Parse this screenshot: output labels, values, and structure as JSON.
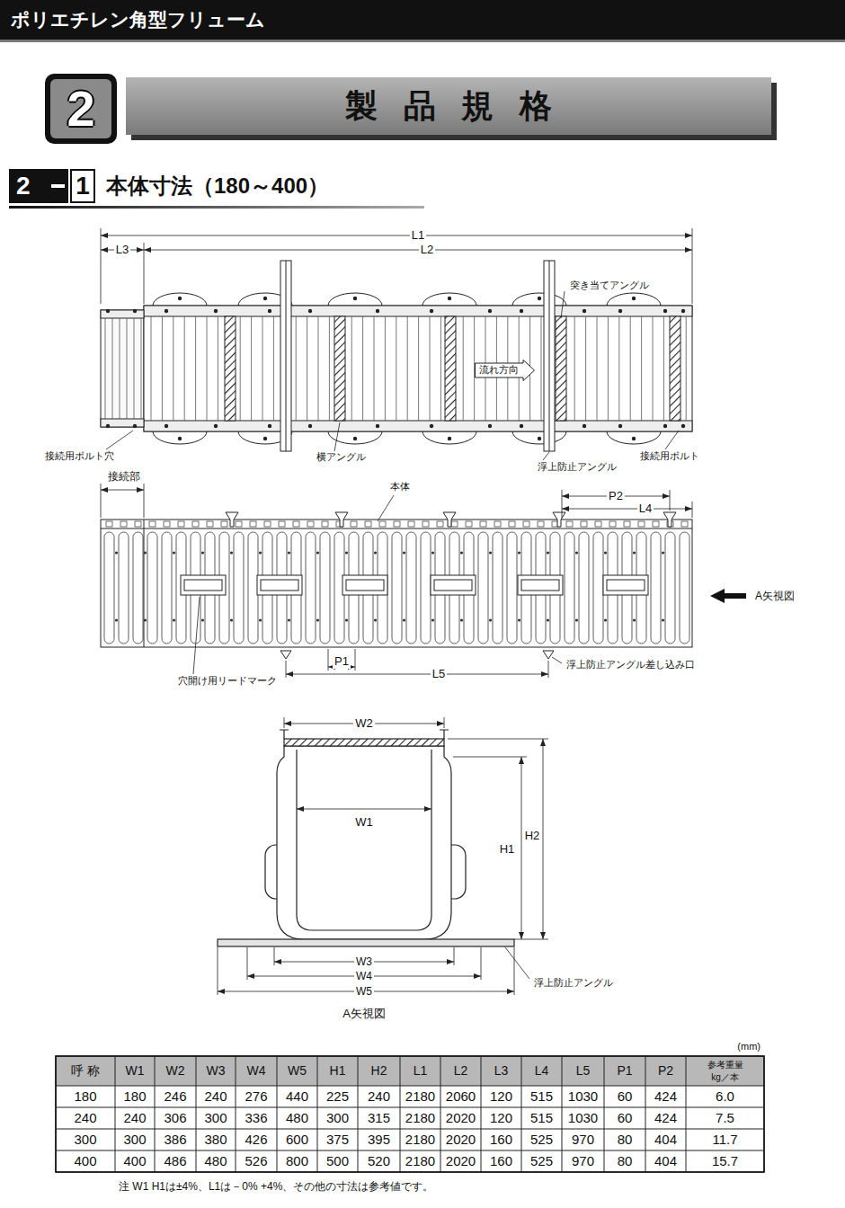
{
  "diagram": {
    "title": "ポリエチレン角型フリューム",
    "nodes": [
      {
        "text": [
          "2"
        ]
      },
      {
        "text": [
          "製品規格"
        ]
      },
      {
        "text": [
          "2"
        ]
      },
      {
        "text": [
          "1"
        ]
      },
      {
        "text": [
          "流れ方向"
        ]
      }
    ],
    "labels": [
      "本体寸法（180～400）",
      "L3",
      "L1",
      "L2",
      "突き当てアングル",
      "接続用ボルト穴",
      "横アングル",
      "浮上防止アングル",
      "接続用ボルト",
      "接続部",
      "本体",
      "P2",
      "L4",
      "A矢視図",
      "穴開け用リードマーク",
      "P1",
      "L5",
      "浮上防止アングル差し込み口",
      "W2",
      "W1",
      "H1",
      "H2",
      "W3",
      "W4",
      "W5",
      "浮上防止アングル",
      "A矢視図",
      "(mm)",
      "呼 称",
      "W1",
      "W2",
      "W3",
      "W4",
      "W5",
      "H1",
      "H2",
      "L1",
      "L2",
      "L3",
      "L4",
      "L5",
      "P1",
      "P2",
      "参考重量",
      "kg／本",
      "180",
      "180",
      "246",
      "240",
      "276",
      "440",
      "225",
      "240",
      "2180",
      "2060",
      "120",
      "515",
      "1030",
      "60",
      "424",
      "6.0",
      "240",
      "240",
      "306",
      "300",
      "336",
      "480",
      "300",
      "315",
      "2180",
      "2020",
      "120",
      "515",
      "1030",
      "60",
      "424",
      "7.5",
      "300",
      "300",
      "386",
      "380",
      "426",
      "600",
      "375",
      "395",
      "2180",
      "2020",
      "160",
      "525",
      "970",
      "80",
      "404",
      "11.7",
      "400",
      "400",
      "486",
      "480",
      "526",
      "800",
      "500",
      "520",
      "2180",
      "2020",
      "160",
      "525",
      "970",
      "80",
      "404",
      "15.7",
      "注 W1 H1は±4%、L1は－0% +4%、その他の寸法は参考値です。"
    ]
  }
}
